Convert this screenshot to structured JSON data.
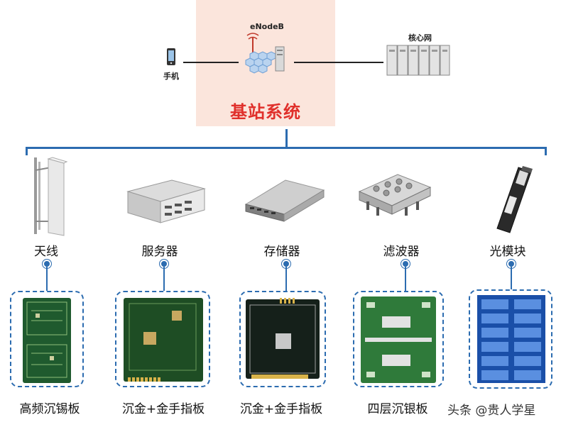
{
  "top": {
    "phone_label": "手机",
    "enodeb_label": "eNodeB",
    "core_label": "核心网",
    "title": "基站系统"
  },
  "colors": {
    "accent": "#2c6cb0",
    "title_red": "#e0302b",
    "panel_bg": "#fbe5dc"
  },
  "categories": [
    {
      "label": "天线",
      "icon": "antenna-icon"
    },
    {
      "label": "服务器",
      "icon": "server-icon"
    },
    {
      "label": "存储器",
      "icon": "storage-icon"
    },
    {
      "label": "滤波器",
      "icon": "filter-icon"
    },
    {
      "label": "光模块",
      "icon": "optical-module-icon"
    }
  ],
  "pcbs": [
    {
      "label": "高频沉锡板",
      "color": "#1f5a2e"
    },
    {
      "label": "沉金+金手指板",
      "color": "#1e4d24"
    },
    {
      "label": "沉金+金手指板",
      "color": "#15201a"
    },
    {
      "label": "四层沉银板",
      "color": "#2f7a3a"
    },
    {
      "label": "",
      "color": "#1a4fa8"
    }
  ],
  "watermark": "头条 @贵人学星"
}
